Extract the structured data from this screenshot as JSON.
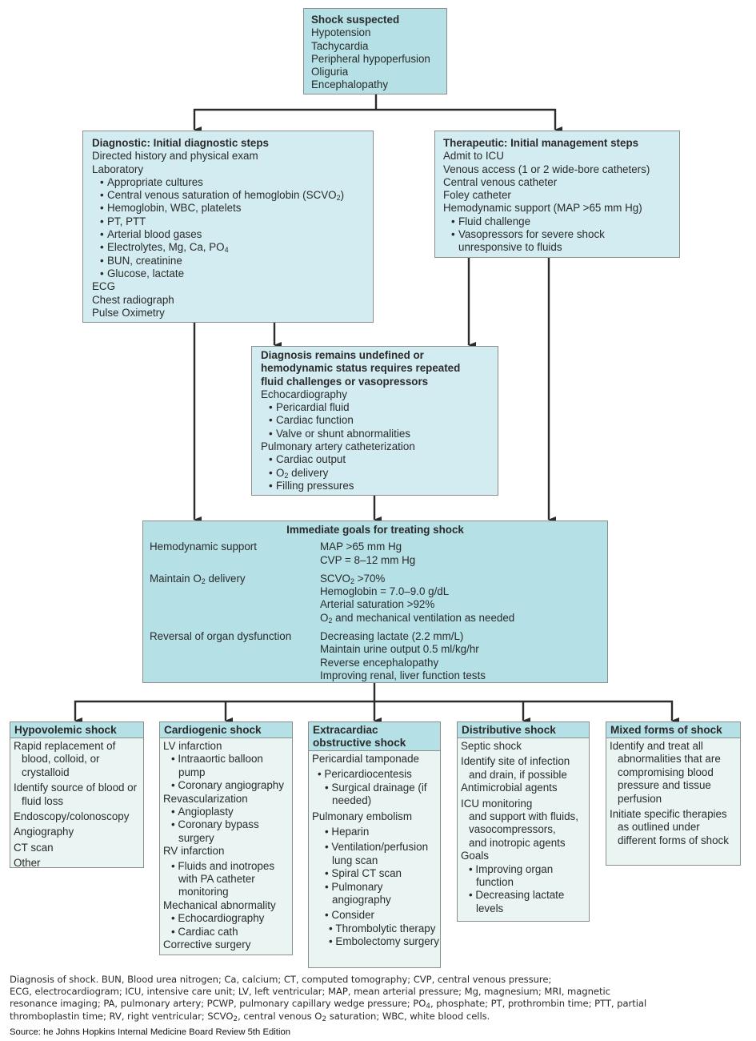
{
  "shock_suspected": {
    "title": "Shock suspected",
    "items": [
      "Hypotension",
      "Tachycardia",
      "Peripheral hypoperfusion",
      "Oliguria",
      "Encephalopathy"
    ]
  },
  "diagnostic": {
    "title": "Diagnostic: Initial diagnostic steps",
    "line1": "Directed history and physical exam",
    "lab_label": "Laboratory",
    "lab_items": [
      "Appropriate cultures",
      "Central venous saturation of hemoglobin (SCVO",
      "Hemoglobin, WBC, platelets",
      "PT, PTT",
      "Arterial blood gases",
      "Electrolytes, Mg, Ca, PO",
      "BUN, creatinine",
      "Glucose, lactate"
    ],
    "scvo_sub": "2",
    "scvo_close": ")",
    "po_sub": "4",
    "tail": [
      "ECG",
      "Chest radiograph",
      "Pulse Oximetry"
    ]
  },
  "therapeutic": {
    "title": "Therapeutic: Initial management steps",
    "lines": [
      "Admit to ICU",
      "Venous access (1 or 2 wide-bore catheters)",
      "Central venous catheter",
      "Foley catheter",
      "Hemodynamic support (MAP >65 mm Hg)"
    ],
    "bullets": [
      "Fluid challenge",
      "Vasopressors for severe shock",
      "unresponsive to fluids"
    ]
  },
  "undefined": {
    "title": [
      "Diagnosis remains undefined or",
      "hemodynamic status requires repeated",
      "fluid challenges or vasopressors"
    ],
    "echo_label": "Echocardiography",
    "echo_items": [
      "Pericardial fluid",
      "Cardiac function",
      "Valve or shunt abnormalities"
    ],
    "pa_label": "Pulmonary artery catheterization",
    "pa_items": [
      "Cardiac output",
      "O",
      "Filling pressures"
    ],
    "o2_sub": "2",
    "o2_rest": " delivery"
  },
  "goals": {
    "title": "Immediate goals for treating shock",
    "rows": [
      {
        "label": "Hemodynamic support",
        "values": [
          "MAP >65 mm Hg",
          "CVP = 8–12 mm Hg"
        ]
      },
      {
        "label_pre": "Maintain O",
        "label_sub": "2",
        "label_post": " delivery",
        "v0_pre": "SCVO",
        "v0_sub": "2",
        "v0_post": " >70%",
        "values": [
          "Hemoglobin = 7.0–9.0 g/dL",
          "Arterial saturation >92%"
        ],
        "v3_pre": "O",
        "v3_sub": "2",
        "v3_post": " and mechanical ventilation as needed"
      },
      {
        "label": "Reversal of organ dysfunction",
        "values": [
          "Decreasing lactate (2.2 mm/L)",
          "Maintain urine output 0.5 ml/kg/hr",
          "Reverse encephalopathy",
          "Improving renal, liver function tests"
        ]
      }
    ]
  },
  "hypovolemic": {
    "title": "Hypovolemic shock",
    "items": [
      "Rapid replacement of blood, colloid, or crystalloid",
      "Identify source of blood or fluid loss",
      "Endoscopy/colonoscopy",
      "Angiography",
      "CT scan",
      "Other"
    ]
  },
  "cardiogenic": {
    "title": "Cardiogenic shock",
    "lv": "LV infarction",
    "lv_items": [
      "Intraaortic balloon pump",
      "Coronary angiography"
    ],
    "revasc": "Revascularization",
    "revasc_items": [
      "Angioplasty",
      "Coronary bypass surgery"
    ],
    "rv": "RV infarction",
    "rv_items": [
      "Fluids and inotropes with PA catheter monitoring"
    ],
    "mech": "Mechanical abnormality",
    "mech_items": [
      "Echocardiography",
      "Cardiac cath"
    ],
    "corrective": "Corrective surgery"
  },
  "extracardiac": {
    "title": [
      "Extracardiac",
      "obstructive shock"
    ],
    "tamponade": "Pericardial tamponade",
    "tamponade_items": [
      "Pericardiocentesis",
      "Surgical drainage (if needed)"
    ],
    "pe": "Pulmonary embolism",
    "pe_items": [
      "Heparin",
      "Ventilation/perfusion lung scan",
      "Spiral CT scan",
      "Pulmonary angiography",
      "Consider"
    ],
    "consider_items": [
      "Thrombolytic therapy",
      "Embolectomy surgery"
    ]
  },
  "distributive": {
    "title": "Distributive shock",
    "septic": "Septic shock",
    "identify": "Identify site of infection and drain, if possible",
    "antimicrobial": "Antimicrobial agents",
    "icu": "ICU monitoring",
    "icu_sub": [
      "and support with fluids,",
      "vasocompressors,",
      "and inotropic agents"
    ],
    "goals": "Goals",
    "goal_items": [
      "Improving organ function",
      "Decreasing lactate levels"
    ]
  },
  "mixed": {
    "title": "Mixed forms of shock",
    "items": [
      "Identify and treat all abnormalities that are compromising blood pressure and tissue perfusion",
      "Initiate specific therapies as outlined under different forms of shock"
    ]
  },
  "caption": {
    "l1": "Diagnosis of shock. BUN, Blood urea nitrogen; Ca, calcium; CT, computed tomography; CVP, central venous pressure;",
    "l2": "ECG, electrocardiogram; ICU, intensive care unit; LV, left ventricular; MAP, mean arterial pressure; Mg, magnesium; MRI, magnetic",
    "l3a": "resonance imaging; PA, pulmonary artery; PCWP, pulmonary capillary wedge pressure; PO",
    "l3sub": "4",
    "l3b": ", phosphate; PT, prothrombin time; PTT, partial",
    "l4a": "thromboplastin time; RV, right ventricular; SCVO",
    "l4sub": "2",
    "l4b": ", central venous O",
    "l4sub2": "2",
    "l4c": " saturation; WBC, white blood cells.",
    "source": "Source: he Johns Hopkins Internal Medicine Board Review 5th Edition"
  }
}
